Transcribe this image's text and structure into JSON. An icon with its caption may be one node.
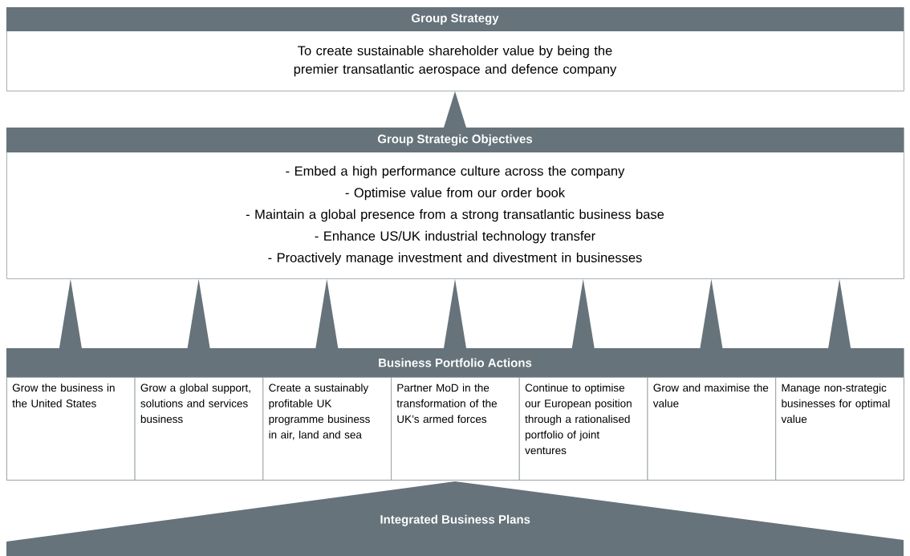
{
  "diagram": {
    "nodes": [
      {
        "text": [
          "Group Strategy",
          "To create sustainable shareholder value by being the premier transatlantic aerospace and defence company"
        ]
      },
      {
        "text": [
          "Group Strategic Objectives",
          "- Embed a high performance culture across the company",
          "- Optimise value from our order book",
          "- Maintain a global presence from a strong transatlantic business base",
          "- Enhance US/UK industrial technology transfer",
          "- Proactively manage investment and divestment in businesses"
        ]
      },
      {
        "text": [
          "Business Portfolio Actions"
        ]
      },
      {
        "text": [
          "Grow the business in the United States"
        ],
        "in": 2
      },
      {
        "text": [
          "Grow a global support, solutions and services business"
        ],
        "in": 2
      },
      {
        "text": [
          "Create a sustainably profitable UK programme business in air, land and sea"
        ],
        "in": 2
      },
      {
        "text": [
          "Partner MoD in the transformation of the UK’s armed forces"
        ],
        "in": 2
      },
      {
        "text": [
          "Continue to optimise our European position through a rationalised portfolio of joint ventures"
        ],
        "in": 2
      },
      {
        "text": [
          "Grow and maximise the value"
        ],
        "in": 2
      },
      {
        "text": [
          "Manage non-strategic businesses for optimal value"
        ],
        "in": 2
      },
      {
        "text": [
          "Integrated Business Plans"
        ]
      }
    ],
    "edges": [
      {
        "from": 1,
        "to": 0,
        "arrow": "to"
      },
      {
        "from": 2,
        "to": 1,
        "arrow": "to"
      },
      {
        "from": 2,
        "to": 1,
        "arrow": "to"
      },
      {
        "from": 2,
        "to": 1,
        "arrow": "to"
      },
      {
        "from": 2,
        "to": 1,
        "arrow": "to"
      },
      {
        "from": 2,
        "to": 1,
        "arrow": "to"
      },
      {
        "from": 2,
        "to": 1,
        "arrow": "to"
      },
      {
        "from": 2,
        "to": 1,
        "arrow": "to"
      }
    ]
  }
}
